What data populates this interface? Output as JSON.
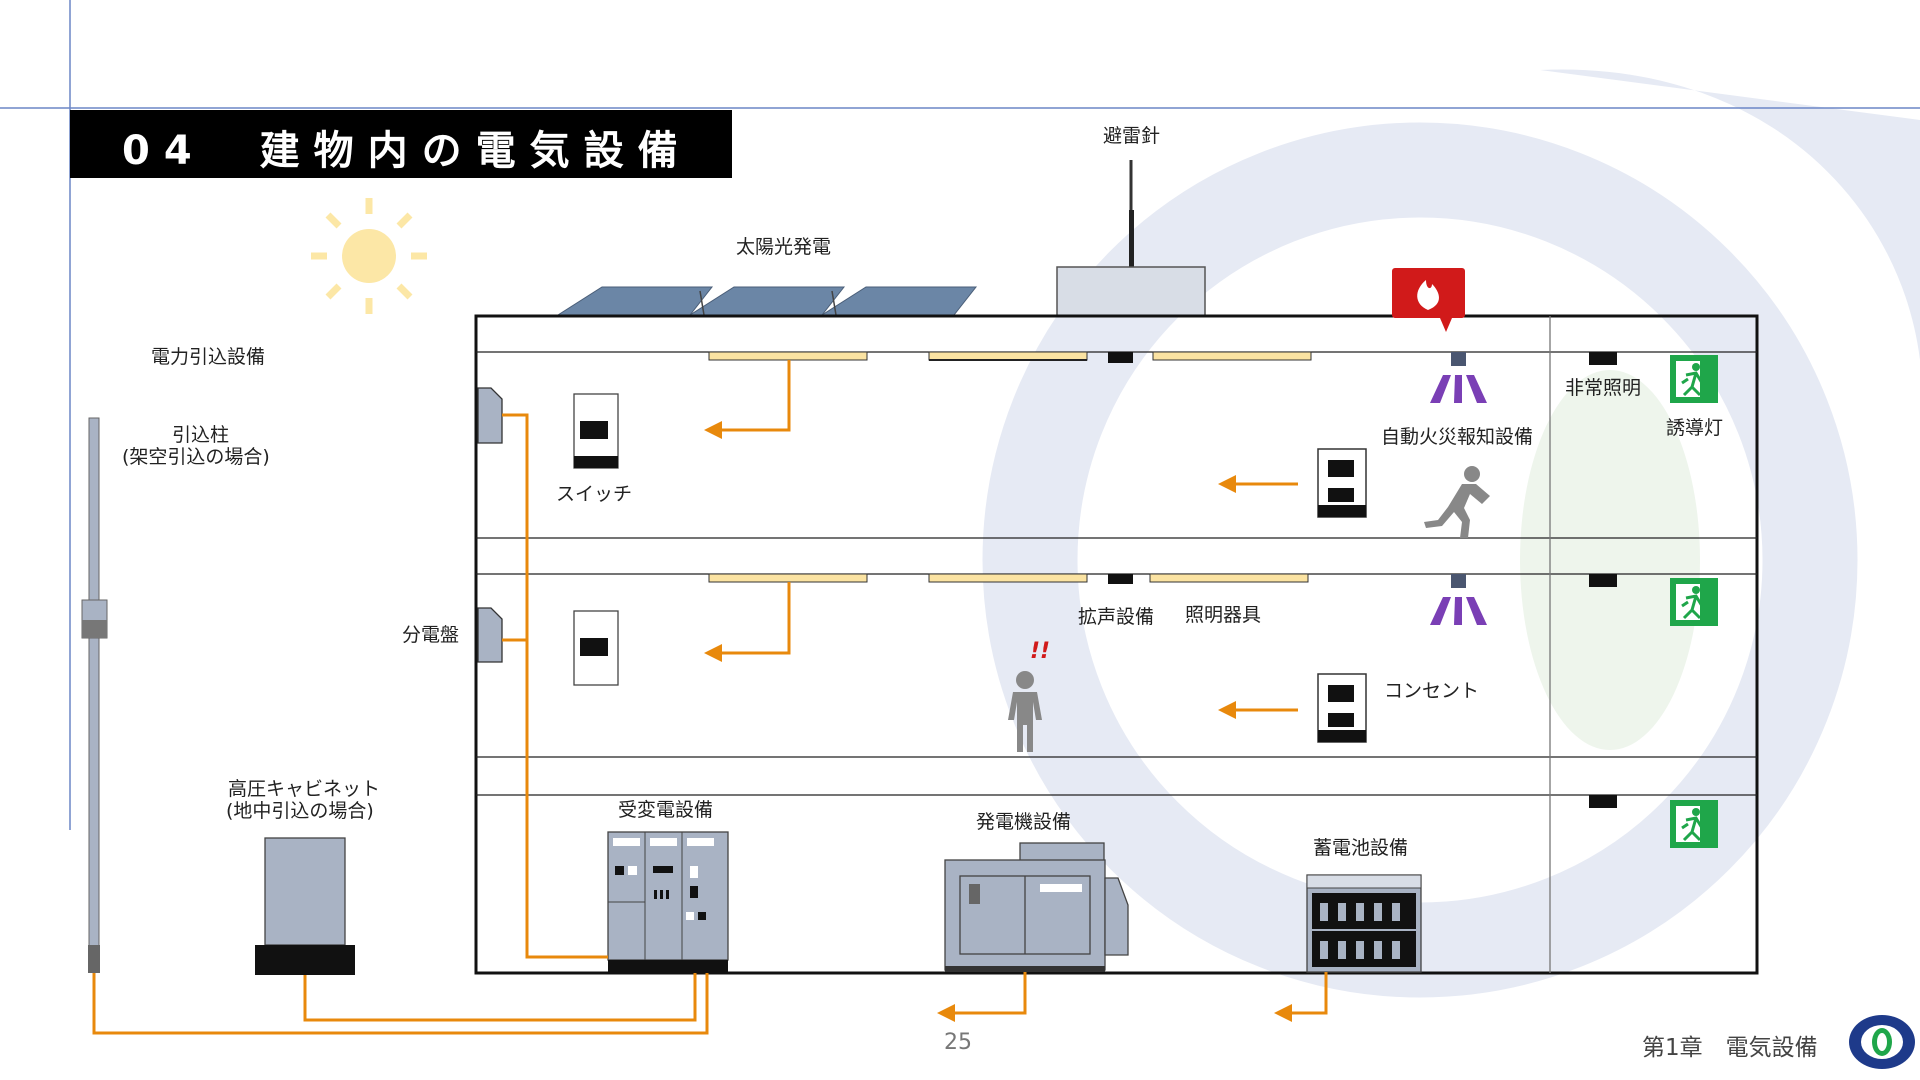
{
  "title": "04　建物内の電気設備",
  "page_number": "25",
  "chapter": "第1章　電気設備",
  "colors": {
    "wire": "#E8890C",
    "title_bar": "#000000",
    "equipment_gray": "#9AA5B5",
    "solar_panel": "#6B86A6",
    "exit_sign": "#1FA64A",
    "fire_alarm": "#D11A1A",
    "speaker_wave": "#7A3FB5",
    "light_fixture": "#FBE3A2",
    "sun": "#FCE7A6",
    "background_ring": "#E6EAF4"
  },
  "labels": {
    "lightning_rod": "避雷針",
    "solar": "太陽光発電",
    "service_entrance": "電力引込設備",
    "service_pole": "引込柱",
    "service_pole_note": "(架空引込の場合)",
    "switch": "スイッチ",
    "distribution_board": "分電盤",
    "hv_cabinet": "高圧キャビネット",
    "hv_cabinet_note": "(地中引込の場合)",
    "substation": "受変電設備",
    "generator": "発電機設備",
    "battery": "蓄電池設備",
    "fire_alarm": "自動火災報知設備",
    "emergency_light": "非常照明",
    "exit_light": "誘導灯",
    "pa_system": "拡声設備",
    "lighting": "照明器具",
    "outlet": "コンセント",
    "alert": "!!"
  },
  "icons": [
    "sun-icon",
    "solar-panel-icon",
    "lightning-rod-icon",
    "fire-alarm-icon",
    "speaker-icon",
    "running-person-icon",
    "standing-person-icon",
    "exit-sign-icon",
    "logo-icon"
  ]
}
